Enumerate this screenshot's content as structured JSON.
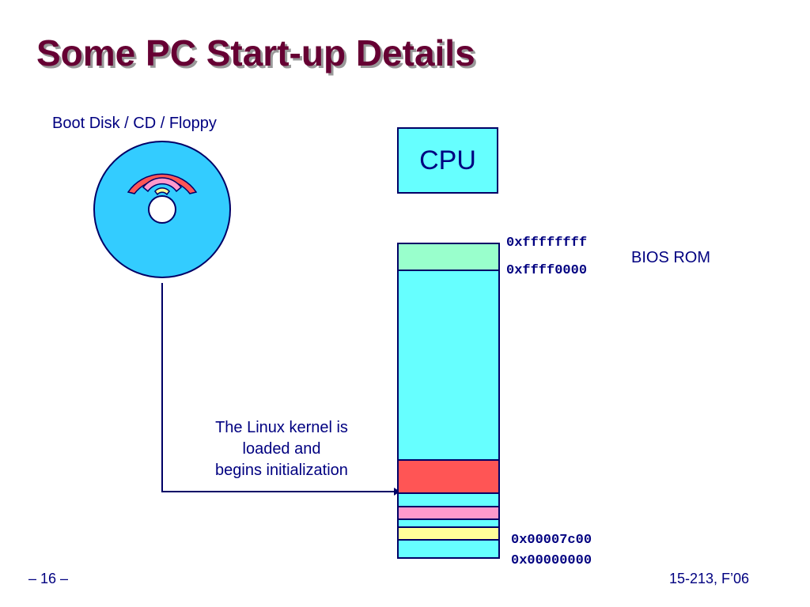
{
  "title": "Some PC Start-up Details",
  "disk": {
    "label": "Boot Disk / CD / Floppy"
  },
  "cpu": {
    "label": "CPU"
  },
  "memory": {
    "bios_label": "BIOS ROM",
    "addresses": {
      "top": "0xffffffff",
      "bios_start": "0xffff0000",
      "boot_sector": "0x00007c00",
      "bottom": "0x00000000"
    }
  },
  "caption": {
    "line1": "The Linux kernel is",
    "line2": "loaded and",
    "line3": "begins initialization"
  },
  "footer": {
    "page": "– 16 –",
    "course": "15-213, F’06"
  },
  "colors": {
    "title": "#660033",
    "text": "#000080",
    "memory": "#66ffff",
    "bios": "#99ffcc",
    "kernel": "#ff5555",
    "pink_band": "#ff99cc",
    "yellow_band": "#ffff99",
    "disk": "#33ccff"
  }
}
